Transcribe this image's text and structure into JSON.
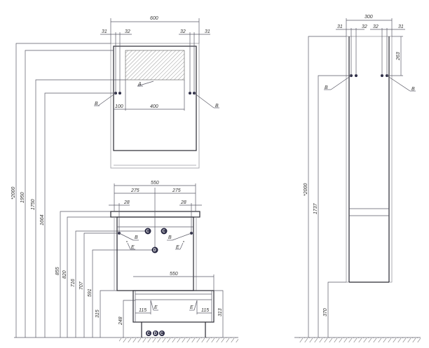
{
  "front_view": {
    "mirror": {
      "width": "600",
      "left_offset": "31",
      "left_spacing": "32",
      "right_spacing": "32",
      "right_offset": "31",
      "hole_offset": "100",
      "hatch_width": "400",
      "hatch_label": "A",
      "mount_left": "B",
      "mount_right": "B"
    },
    "heights": {
      "total": "*2000",
      "h1950": "1950",
      "h1750": "1750",
      "h1664": "1664",
      "h855": "855",
      "h820": "820",
      "h716": "716",
      "h707": "707",
      "h591": "591",
      "h315": "315"
    },
    "vanity": {
      "width": "550",
      "half_left": "275",
      "half_right": "275",
      "inset_left": "28",
      "inset_right": "28",
      "mount_left": "B",
      "mount_right": "B",
      "e_left": "E",
      "e_right": "E",
      "c1": "C",
      "c2": "C",
      "d": "D"
    },
    "lower": {
      "width": "550",
      "e_left": "E",
      "e_right": "E",
      "dist_left": "115",
      "dist_right": "115",
      "h248": "248",
      "h313": "313",
      "c1": "C",
      "d": "D",
      "c2": "C"
    }
  },
  "side_view": {
    "width": "300",
    "left_offset": "31",
    "left_spacing": "32",
    "right_spacing": "32",
    "right_offset": "31",
    "drop": "263",
    "total": "*2000",
    "h1737": "1737",
    "h370": "370",
    "mount_left": "B",
    "mount_right": "B"
  }
}
